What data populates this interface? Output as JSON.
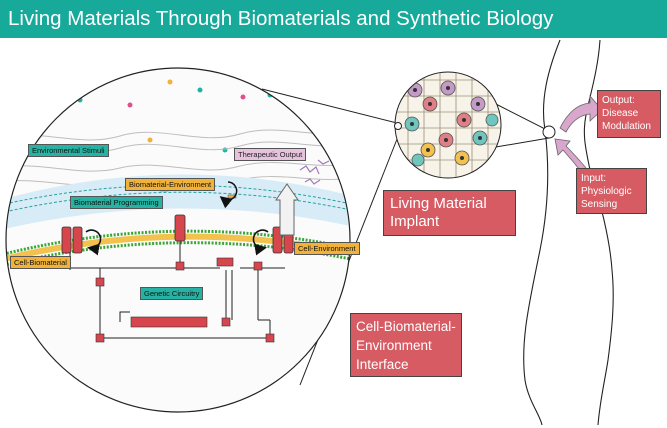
{
  "title": "Living Materials Through Biomaterials and Synthetic Biology",
  "labels": {
    "environmental_stimuli": "Environmental Stimuli",
    "therapeutic_output": "Therapeutic Output",
    "biomaterial_environment": "Biomaterial-Environment",
    "biomaterial_programming": "Biomaterial Programming",
    "cell_biomaterial": "Cell-Biomaterial",
    "cell_environment": "Cell-Environment",
    "genetic_circuitry": "Genetic Circuitry"
  },
  "boxes": {
    "living_material_implant": "Living Material Implant",
    "interface": "Cell-Biomaterial-Environment Interface",
    "output": "Output: Disease Modulation",
    "input": "Input: Physiologic Sensing"
  },
  "colors": {
    "title_bar": "#17a99a",
    "red_box": "#d65b63",
    "membrane_yellow": "#f2c14e",
    "membrane_green": "#3aa635",
    "channel_red": "#d8464d",
    "arrow_pink": "#d9a6cc"
  }
}
